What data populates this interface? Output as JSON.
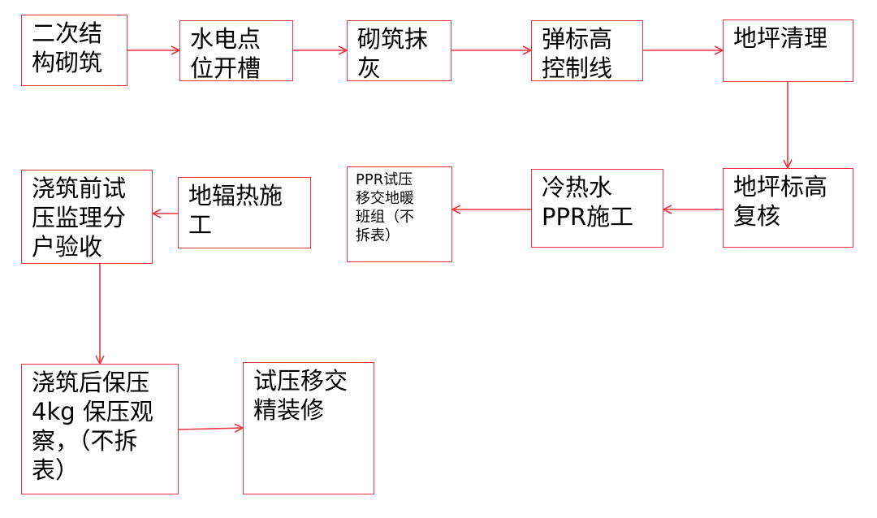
{
  "steps": [
    {
      "id": "s1",
      "label": "二次结\n构砌筑"
    },
    {
      "id": "s2",
      "label": "水电点\n位开槽"
    },
    {
      "id": "s3",
      "label": "砌筑抹\n灰"
    },
    {
      "id": "s4",
      "label": "弹标高\n控制线"
    },
    {
      "id": "s5",
      "label": "地坪清理"
    },
    {
      "id": "s6",
      "label": "地坪标高\n复核"
    },
    {
      "id": "s7",
      "label": "冷热水\nPPR施工"
    },
    {
      "id": "s8",
      "label": "PPR试压\n移交地暖\n班组（不\n拆表）"
    },
    {
      "id": "s9",
      "label": "地辐热施\n工"
    },
    {
      "id": "s10",
      "label": "浇筑前试\n压监理分\n户验收"
    },
    {
      "id": "s11",
      "label": "浇筑后保压\n4kg 保压观\n察，（不拆\n表）"
    },
    {
      "id": "s12",
      "label": "试压移交\n精装修"
    }
  ],
  "colors": {
    "line": "#e8353d",
    "text": "#000000",
    "background": "#ffffff"
  }
}
